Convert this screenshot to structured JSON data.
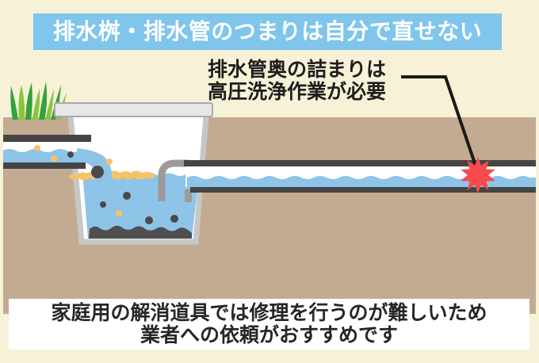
{
  "header": {
    "title": "排水桝・排水管のつまりは自分で直せない",
    "background_color": "#7fc5ec",
    "text_color": "#ffffff"
  },
  "callout": {
    "line1": "排水管奥の詰まりは",
    "line2": "高圧洗浄作業が必要"
  },
  "footer_note": {
    "line1": "家庭用の解消道具では修理を行うのが難しいため",
    "line2": "業者への依頼がおすすめです"
  },
  "illustration": {
    "description": "Cross-section of a buried household drain basin (排水桝): waste water flows from the left inlet pipe into the basin, through a trap elbow into the right sewer pipe; a red burst marks a clog deep inside the pipe, pointed to by a leader line from the callout text.",
    "elements": [
      "ground",
      "grass-tuft",
      "drain-basin",
      "basin-lid",
      "inlet-pipe",
      "inlet-water",
      "waterfall",
      "scum-layer",
      "basin-water",
      "sludge-layer",
      "floating-debris",
      "trap-elbow-pipe",
      "sewer-pipe",
      "sewer-water",
      "clog-burst-icon",
      "pointer-line"
    ],
    "colors": {
      "background_cream": "#f6f1d7",
      "ground_tan": "#c3ab92",
      "water_blue": "#8dc4e8",
      "pipe_wall_dark": "#454545",
      "basin_wall_gray": "#c7c7c7",
      "lid_gray": "#e6e6e6",
      "lid_border": "#a9a9a9",
      "elbow_gray": "#9b9b9b",
      "scum_yellow": "#f5c468",
      "sludge_dark": "#4f4f4f",
      "clog_red": "#f8494d",
      "grass_dark_green": "#33a23c",
      "grass_light_green": "#8ac43e",
      "leader_line_black": "#1a1a1a"
    }
  }
}
